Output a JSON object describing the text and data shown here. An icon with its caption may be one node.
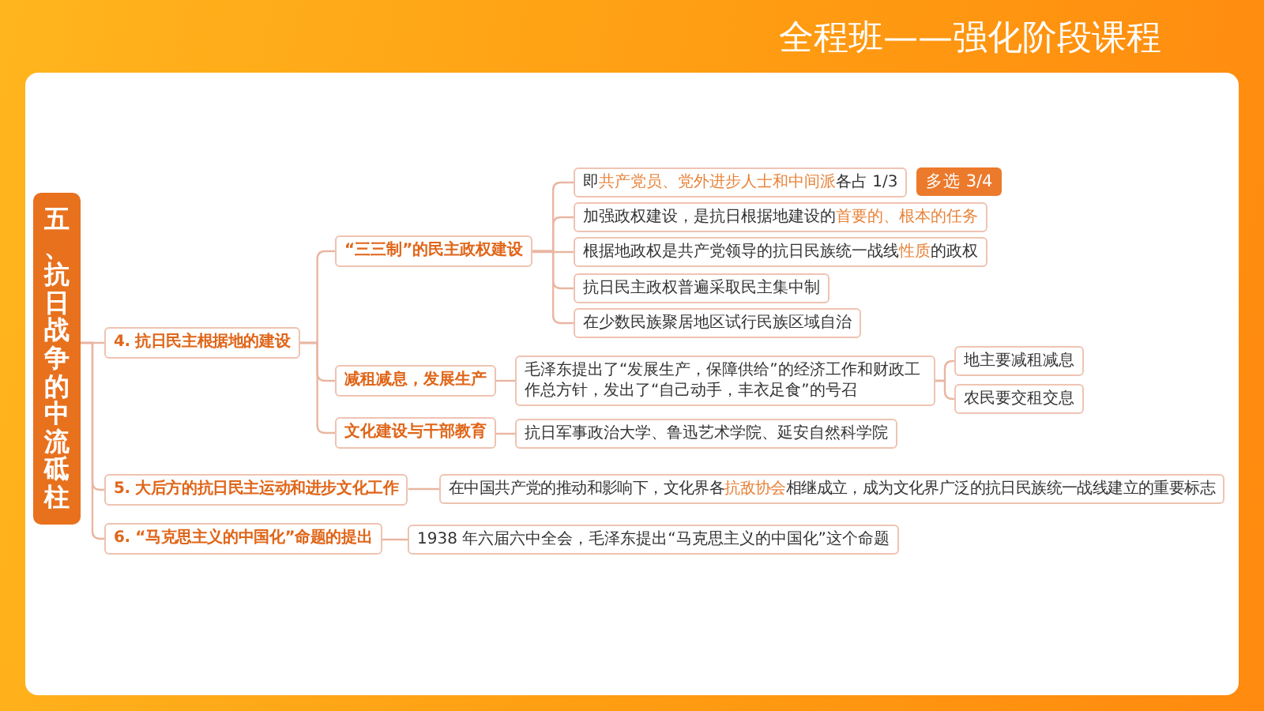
{
  "diagram": {
    "title": "全程班——强化阶段课程",
    "nodes": [
      {
        "text": [
          "五、抗日战争的中流砥柱"
        ]
      },
      {
        "text": [
          "4. 抗日民主根据地的建设"
        ]
      },
      {
        "text": [
          "“三三制”的民主政权建设"
        ]
      },
      {
        "text": [
          "即**共产党员、党外进步人士和中间派**各占 1/3"
        ]
      },
      {
        "text": [
          "多选 3/4"
        ]
      },
      {
        "text": [
          "加强政权建设，是抗日根据地建设的**首要的、根本的任务**"
        ]
      },
      {
        "text": [
          "根据地政权是共产党领导的抗日民族统一战线**性质**的政权"
        ]
      },
      {
        "text": [
          "抗日民主政权普遍采取民主集中制"
        ]
      },
      {
        "text": [
          "在少数民族聚居地区试行民族区域自治"
        ]
      },
      {
        "text": [
          "减租减息，发展生产"
        ]
      },
      {
        "text": [
          "毛泽东提出了“发展生产，保障供给”的经济工作和财政工作总方针，发出了“自己动手，丰衣足食”的号召"
        ]
      },
      {
        "text": [
          "地主要减租减息"
        ]
      },
      {
        "text": [
          "农民要交租交息"
        ]
      },
      {
        "text": [
          "文化建设与干部教育"
        ]
      },
      {
        "text": [
          "抗日军事政治大学、鲁迅艺术学院、延安自然科学院"
        ]
      },
      {
        "text": [
          "5. 大后方的抗日民主运动和进步文化工作"
        ]
      },
      {
        "text": [
          "在中国共产党的推动和影响下，文化界各**抗敌协会**相继成立，成为文化界广泛的抗日民族统一战线建立的重要标志"
        ]
      },
      {
        "text": [
          "6. “马克思主义的中国化”命题的提出"
        ]
      },
      {
        "text": [
          "1938 年六届六中全会，毛泽东提出“马克思主义的中国化”这个命题"
        ]
      }
    ],
    "edges": [
      {
        "from": 0,
        "to": 1,
        "arrow": "none"
      },
      {
        "from": 0,
        "to": 15,
        "arrow": "none"
      },
      {
        "from": 0,
        "to": 17,
        "arrow": "none"
      },
      {
        "from": 1,
        "to": 2,
        "arrow": "none"
      },
      {
        "from": 1,
        "to": 9,
        "arrow": "none"
      },
      {
        "from": 1,
        "to": 13,
        "arrow": "none"
      },
      {
        "from": 2,
        "to": 3,
        "arrow": "none"
      },
      {
        "from": 2,
        "to": 5,
        "arrow": "none"
      },
      {
        "from": 2,
        "to": 6,
        "arrow": "none"
      },
      {
        "from": 2,
        "to": 7,
        "arrow": "none"
      },
      {
        "from": 2,
        "to": 8,
        "arrow": "none"
      },
      {
        "from": 9,
        "to": 10,
        "arrow": "none"
      },
      {
        "from": 10,
        "to": 11,
        "arrow": "none"
      },
      {
        "from": 10,
        "to": 12,
        "arrow": "none"
      },
      {
        "from": 13,
        "to": 14,
        "arrow": "none"
      },
      {
        "from": 15,
        "to": 16,
        "arrow": "none"
      },
      {
        "from": 17,
        "to": 18,
        "arrow": "none"
      }
    ]
  }
}
